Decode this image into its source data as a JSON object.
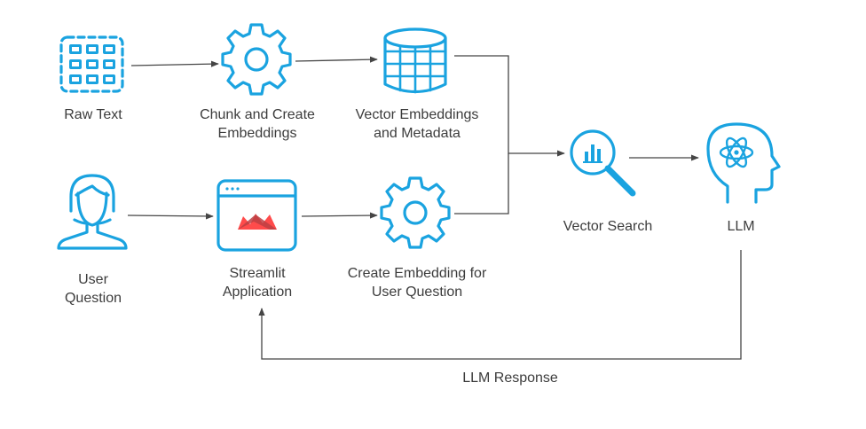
{
  "colors": {
    "icon": "#1aa3e0",
    "arrow": "#454545",
    "text": "#3c3c3c",
    "streamlit_crown_dark": "#bd4043",
    "streamlit_crown_light": "#ff4b4b"
  },
  "nodes": {
    "raw_text": {
      "icon": "grid-icon",
      "label": [
        "Raw Text"
      ]
    },
    "chunk": {
      "icon": "gear-icon",
      "label": [
        "Chunk and Create",
        "Embeddings"
      ]
    },
    "vector_db": {
      "icon": "database-icon",
      "label": [
        "Vector Embeddings",
        "and Metadata"
      ]
    },
    "user": {
      "icon": "user-icon",
      "label": [
        "User",
        "Question"
      ]
    },
    "streamlit": {
      "icon": "app-window-icon",
      "label": [
        "Streamlit",
        "Application"
      ]
    },
    "embed_q": {
      "icon": "gear-icon",
      "label": [
        "Create Embedding for",
        "User Question"
      ]
    },
    "vector_search": {
      "icon": "magnify-chart-icon",
      "label": [
        "Vector Search"
      ]
    },
    "llm": {
      "icon": "brain-atom-icon",
      "label": [
        "LLM"
      ]
    }
  },
  "edges": {
    "llm_response": {
      "label": "LLM Response"
    }
  }
}
